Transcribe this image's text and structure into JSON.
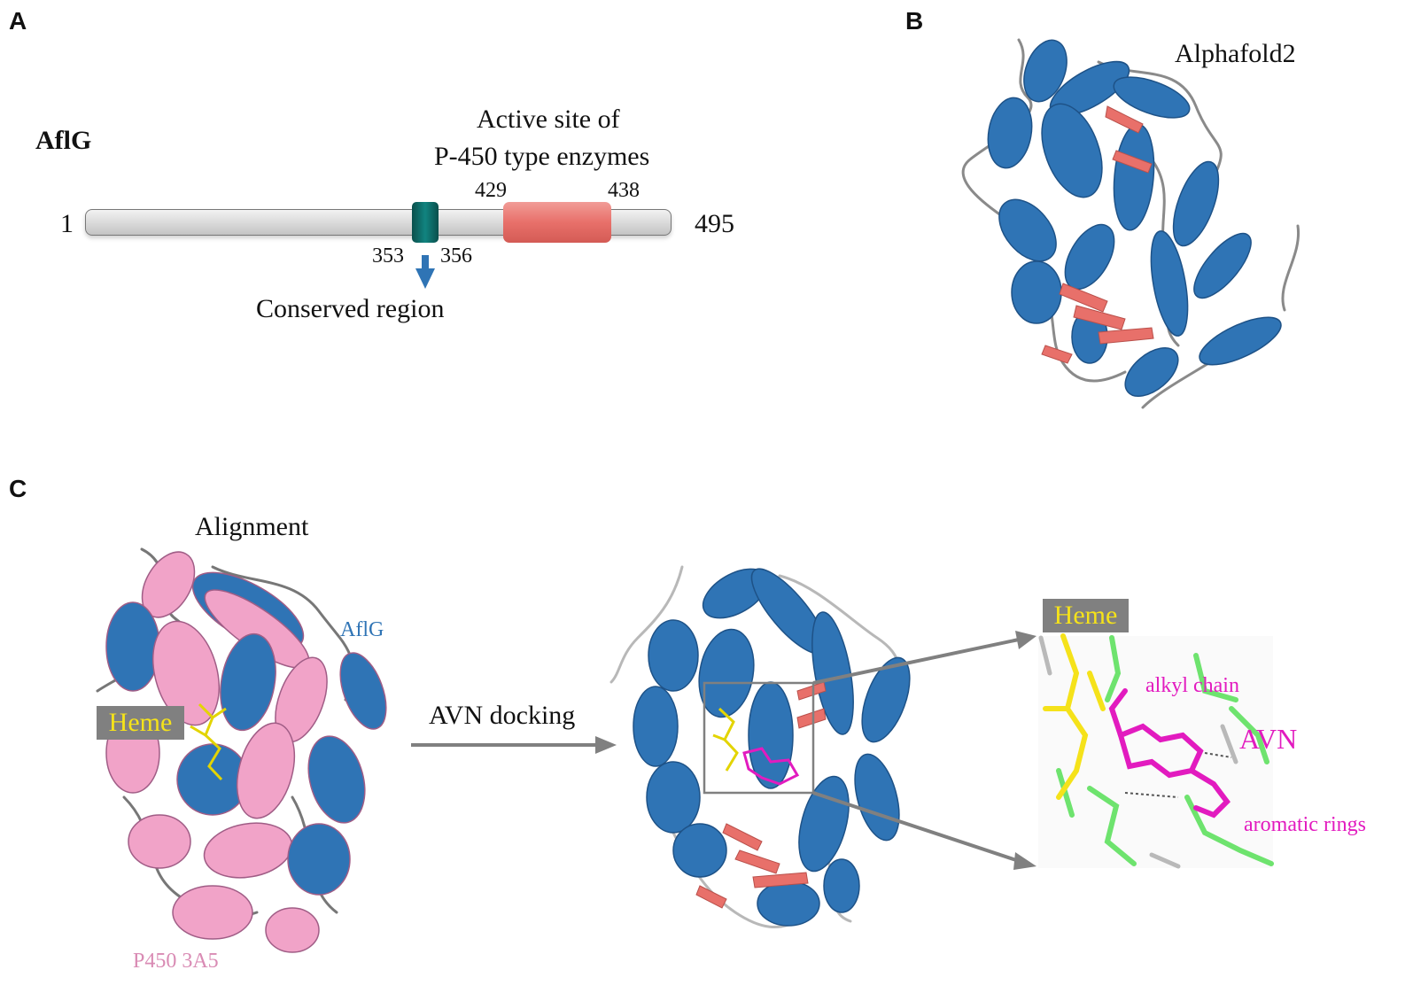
{
  "colors": {
    "helix_blue": "#2f74b5",
    "strand_salmon": "#e8706a",
    "coil_gray": "#9a9a9a",
    "pink": "#f1a3c8",
    "teal": "#0c6360",
    "heme_yellow": "#f5e21a",
    "avn_magenta": "#e21bbf",
    "arrow_gray": "#808080",
    "ligand_green": "#6ee36e"
  },
  "panel_a": {
    "letter": "A",
    "protein_name": "AflG",
    "start": "1",
    "end": "495",
    "active_site_line1": "Active site of",
    "active_site_line2": "P-450 type enzymes",
    "active_start": "429",
    "active_end": "438",
    "conserved_start": "353",
    "conserved_end": "356",
    "conserved_label": "Conserved region"
  },
  "panel_b": {
    "letter": "B",
    "title": "Alphafold2"
  },
  "panel_c": {
    "letter": "C",
    "alignment_title": "Alignment",
    "aflg_label": "AflG",
    "heme_label": "Heme",
    "p450_label": "P450 3A5",
    "docking_label": "AVN docking",
    "zoom_heme_label": "Heme",
    "alkyl_label": "alkyl chain",
    "avn_label": "AVN",
    "aromatic_label": "aromatic rings"
  }
}
